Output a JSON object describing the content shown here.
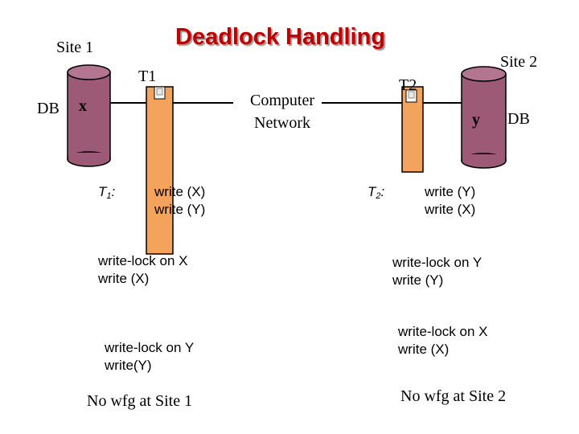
{
  "title": "Deadlock Handling",
  "sites": [
    {
      "name": "Site 1",
      "db_label": "DB",
      "item": "x",
      "transaction": "T1"
    },
    {
      "name": "Site 2",
      "db_label": "DB",
      "item": "y",
      "transaction": "T2"
    }
  ],
  "network": {
    "line1": "Computer",
    "line2": "Network"
  },
  "t1": {
    "label": "T",
    "sub": "1",
    "colon": ":",
    "ops": [
      "write (X)",
      "write (Y)"
    ],
    "step1": [
      "write-lock on X",
      "write (X)"
    ],
    "step2": [
      "write-lock on Y",
      "write(Y)"
    ],
    "result": "No wfg at Site 1"
  },
  "t2": {
    "label": "T",
    "sub": "2",
    "colon": ":",
    "ops": [
      "write (Y)",
      "write (X)"
    ],
    "step1": [
      "write-lock on Y",
      "write (Y)"
    ],
    "step2": [
      "write-lock on X",
      "write (X)"
    ],
    "result": "No wfg at Site 2"
  },
  "colors": {
    "title": "#c00000",
    "cylinder": "#9c5a76",
    "cylinder_top": "#b47590",
    "transaction": "#f4a35c"
  }
}
